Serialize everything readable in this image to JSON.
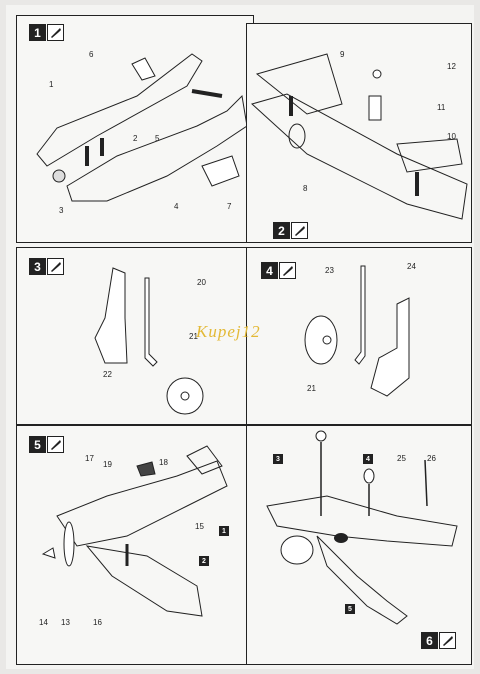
{
  "watermark": "Kupej12",
  "steps": [
    {
      "number": "1",
      "parts": [
        "6",
        "1",
        "2",
        "5",
        "3",
        "4",
        "7"
      ]
    },
    {
      "number": "2",
      "parts": [
        "9",
        "12",
        "11",
        "10",
        "8"
      ]
    },
    {
      "number": "3",
      "parts": [
        "20",
        "21",
        "22"
      ]
    },
    {
      "number": "4",
      "parts": [
        "23",
        "24",
        "21"
      ]
    },
    {
      "number": "5",
      "parts": [
        "17",
        "19",
        "18",
        "15",
        "14",
        "13",
        "16"
      ],
      "refs": [
        "1",
        "2"
      ]
    },
    {
      "number": "6",
      "parts": [
        "25",
        "26"
      ],
      "refs": [
        "3",
        "4",
        "5"
      ]
    }
  ]
}
